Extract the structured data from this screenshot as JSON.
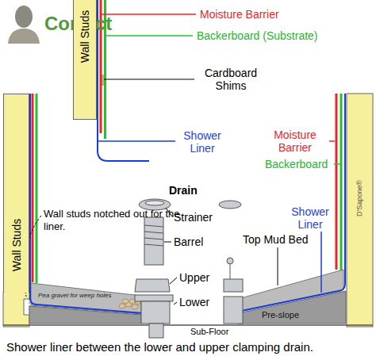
{
  "diagram": {
    "title": "Correct",
    "caption": "Shower liner between the lower and upper clamping drain.",
    "nodes": [
      {
        "text": [
          "Wall Studs"
        ]
      },
      {
        "text": [
          "Wall Studs"
        ]
      }
    ],
    "labels": [
      "Moisture Barrier",
      "Backerboard (Substrate)",
      "Cardboard Shims",
      "Shower Liner",
      "Moisture Barrier",
      "Backerboard",
      "Shower Liner",
      "Drain",
      "Strainer",
      "Wall studs notched out for the liner.",
      "Barrel",
      "Top Mud Bed",
      "Upper",
      "Lower",
      "Pea gravel for weep holes",
      "Pre-slope",
      "Sub-Floor",
      "D'Sapone®"
    ]
  }
}
